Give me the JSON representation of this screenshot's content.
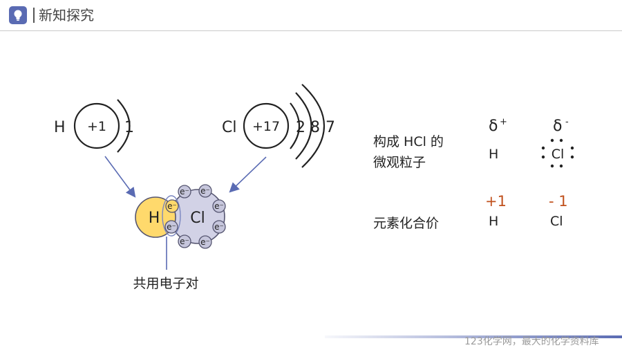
{
  "header": {
    "title": "新知探究",
    "icon": "lightbulb-icon",
    "accent_color": "#5a6bb3"
  },
  "atom_structures": [
    {
      "symbol": "H",
      "nucleus": "+1",
      "shells": [
        "1"
      ]
    },
    {
      "symbol": "Cl",
      "nucleus": "+17",
      "shells": [
        "2",
        "8",
        "7"
      ]
    }
  ],
  "molecule_model": {
    "h_label": "H",
    "cl_label": "Cl",
    "electron_label": "e⁻",
    "shared_pair_label": "共用电子对",
    "h_color": "#ffd96c",
    "cl_color": "#d2d2e6"
  },
  "lewis_panel": {
    "caption_line1": "构成 HCl 的",
    "caption_line2": "微观粒子",
    "h_partial_symbol": "δ",
    "h_partial_sign": "+",
    "cl_partial_symbol": "δ",
    "cl_partial_sign": "-",
    "h_symbol": "H",
    "cl_symbol": "Cl"
  },
  "valence_panel": {
    "caption": "元素化合价",
    "h_valence": "+1",
    "cl_valence": "- 1",
    "h_symbol": "H",
    "cl_symbol": "Cl",
    "valence_color": "#c0501c"
  },
  "footer": {
    "watermark": "123化学网，最大的化学资料库"
  }
}
